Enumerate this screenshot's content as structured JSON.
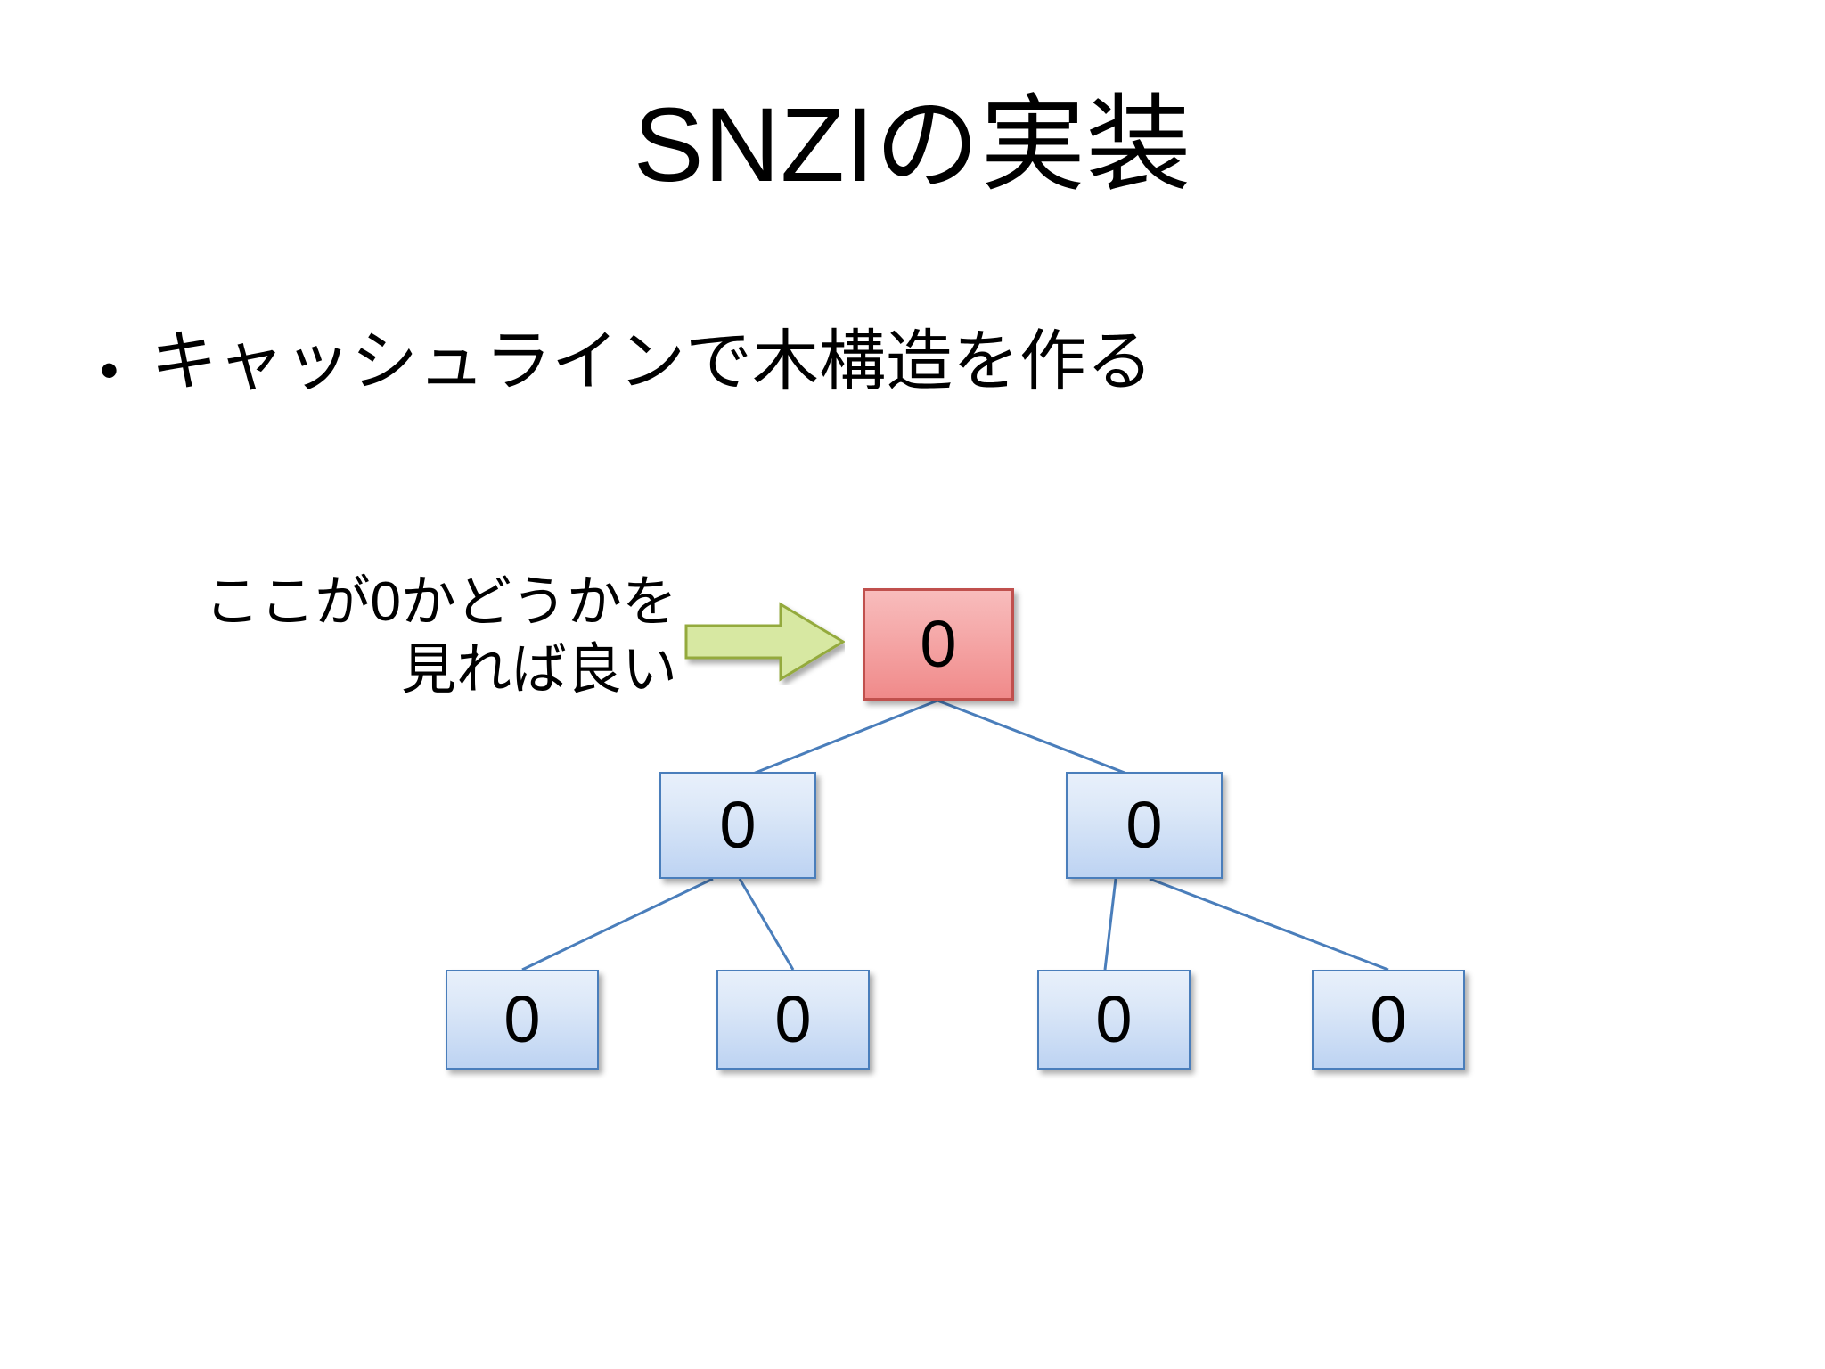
{
  "slide": {
    "title": "SNZIの実装",
    "background_color": "#ffffff"
  },
  "bullets": [
    {
      "marker": "•",
      "text": "キャッシュラインで木構造を作る"
    }
  ],
  "annotation": {
    "line1": "ここが0かどうかを",
    "line2": "見れば良い",
    "arrow_icon": "right-arrow-icon",
    "arrow_fill": "#d7e8a2",
    "arrow_border": "#94aa3e"
  },
  "diagram": {
    "type": "tree",
    "connector_color": "#4a7ebb",
    "root": {
      "label": "0",
      "fill": "#f5a9a9",
      "border": "#c0504d",
      "highlighted": true
    },
    "level2": [
      {
        "label": "0",
        "fill": "#cfe0f7",
        "border": "#4a7ebb"
      },
      {
        "label": "0",
        "fill": "#cfe0f7",
        "border": "#4a7ebb"
      }
    ],
    "level3": [
      {
        "label": "0",
        "fill": "#cfe0f7",
        "border": "#4a7ebb"
      },
      {
        "label": "0",
        "fill": "#cfe0f7",
        "border": "#4a7ebb"
      },
      {
        "label": "0",
        "fill": "#cfe0f7",
        "border": "#4a7ebb"
      },
      {
        "label": "0",
        "fill": "#cfe0f7",
        "border": "#4a7ebb"
      }
    ]
  }
}
